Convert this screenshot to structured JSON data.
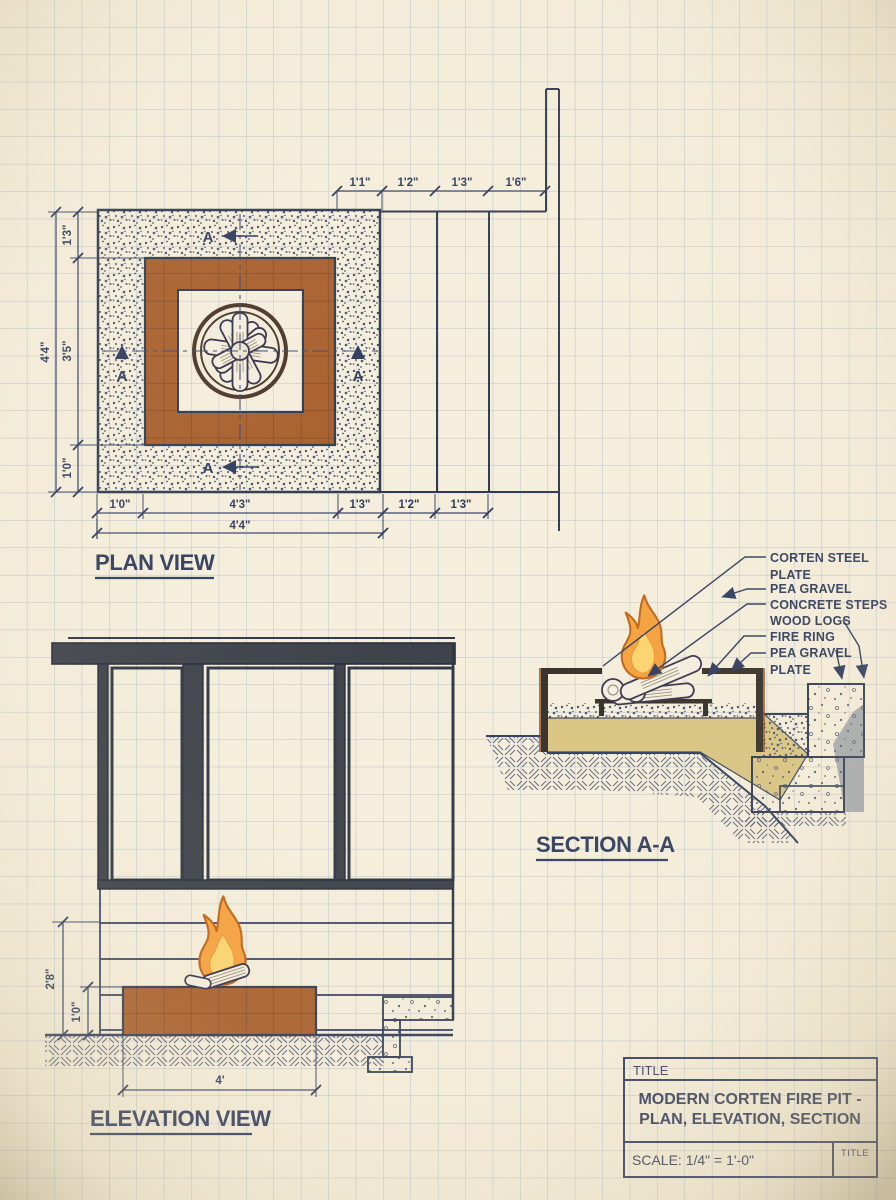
{
  "plan": {
    "title": "PLAN VIEW",
    "marker_letter": "A",
    "dims_top": [
      "1'1\"",
      "1'2\"",
      "1'3\"",
      "1'6\""
    ],
    "dims_bottom": [
      "1'0\"",
      "4'3\"",
      "1'3\"",
      "1'2\"",
      "1'3\""
    ],
    "dim_bottom_total": "4'4\"",
    "dim_left_total": "4'4\"",
    "dims_left": [
      "1'3\"",
      "3'5\"",
      "1'0\""
    ]
  },
  "elevation": {
    "title": "ELEVATION VIEW",
    "dim_height": "2'8\"",
    "dim_pit_height": "1'0\"",
    "dim_width": "4'"
  },
  "section": {
    "title": "SECTION A-A",
    "callouts": [
      {
        "lines": [
          "CORTEN STEEL",
          "PLATE"
        ]
      },
      {
        "lines": [
          "PEA GRAVEL"
        ]
      },
      {
        "lines": [
          "CONCRETE STEPS"
        ]
      },
      {
        "lines": [
          "WOOD LOGS"
        ]
      },
      {
        "lines": [
          "FIRE RING"
        ]
      },
      {
        "lines": [
          "PEA GRAVEL",
          "PLATE"
        ]
      }
    ]
  },
  "title_block": {
    "label": "TITLE",
    "title_line1": "MODERN CORTEN FIRE PIT -",
    "title_line2": "PLAN, ELEVATION, SECTION",
    "scale": "SCALE: 1/4\" = 1'-0\"",
    "corner_label": "TITLE"
  },
  "colors": {
    "paper": "#f5eedc",
    "grid": "#b7c1cc",
    "ink": "#2d3a5c",
    "corten": "#a85e2c",
    "charcoal": "#3a3f47",
    "sand": "#d8c37e",
    "flame_outer": "#f5a03c",
    "flame_inner": "#fcd46d"
  }
}
